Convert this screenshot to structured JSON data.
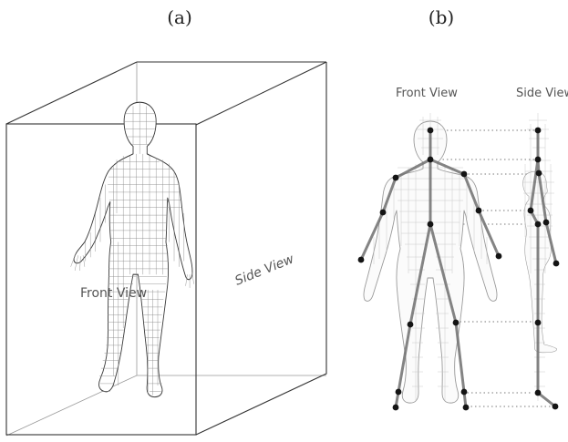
{
  "panels": {
    "a": {
      "caption": "(a)",
      "front_label": "Front View",
      "side_label": "Side View"
    },
    "b": {
      "caption": "(b)",
      "front_label": "Front View",
      "side_label": "Side View"
    }
  }
}
